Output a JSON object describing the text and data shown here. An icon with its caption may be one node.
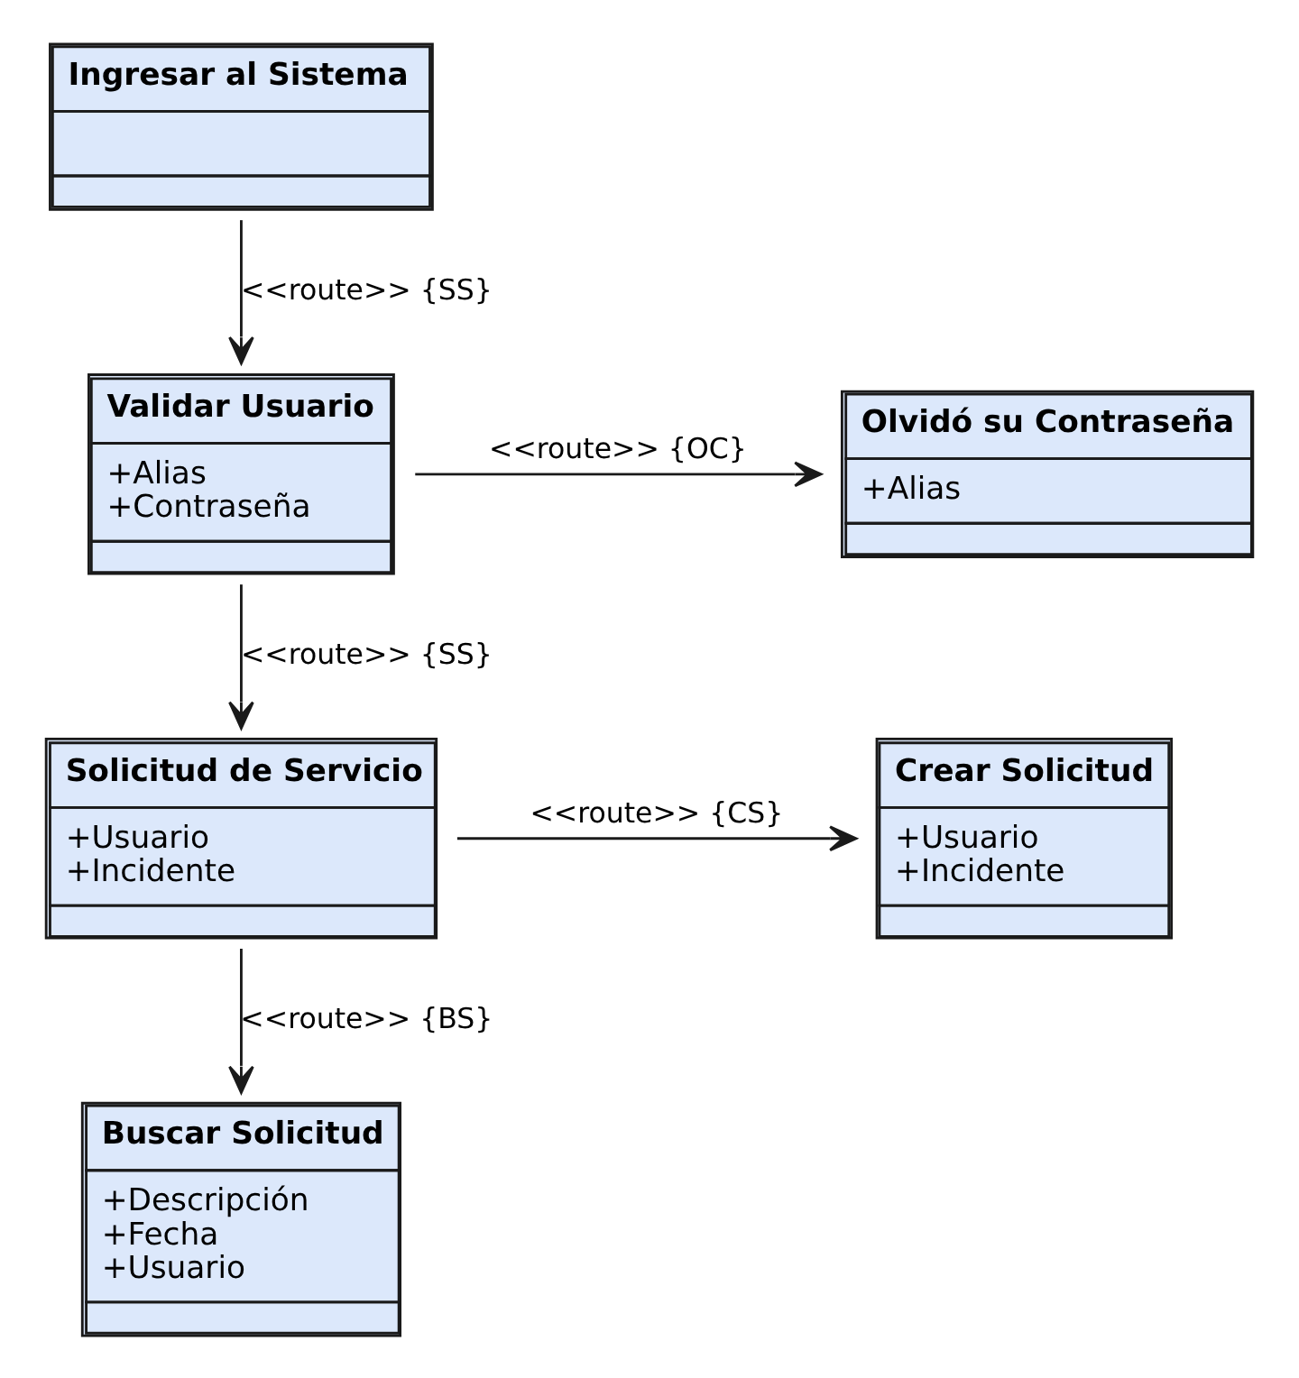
{
  "diagram": {
    "nodes": [
      {
        "text": [
          "Ingresar al Sistema"
        ]
      },
      {
        "text": [
          "Validar Usuario",
          "+Alias",
          "+Contraseña"
        ]
      },
      {
        "text": [
          "Olvidó su Contraseña",
          "+Alias"
        ]
      },
      {
        "text": [
          "Solicitud de Servicio",
          "+Usuario",
          "+Incidente"
        ]
      },
      {
        "text": [
          "Crear Solicitud",
          "+Usuario",
          "+Incidente"
        ]
      },
      {
        "text": [
          "Buscar Solicitud",
          "+Descripción",
          "+Fecha",
          "+Usuario"
        ]
      }
    ],
    "edges": [
      {
        "from": 0,
        "to": 1,
        "arrow": "to",
        "label": "<<route>> {SS}"
      },
      {
        "from": 1,
        "to": 2,
        "arrow": "to",
        "label": "<<route>> {OC}"
      },
      {
        "from": 1,
        "to": 3,
        "arrow": "to",
        "label": "<<route>> {SS}"
      },
      {
        "from": 3,
        "to": 4,
        "arrow": "to",
        "label": "<<route>> {CS}"
      },
      {
        "from": 3,
        "to": 5,
        "arrow": "to",
        "label": "<<route>> {BS}"
      }
    ]
  }
}
